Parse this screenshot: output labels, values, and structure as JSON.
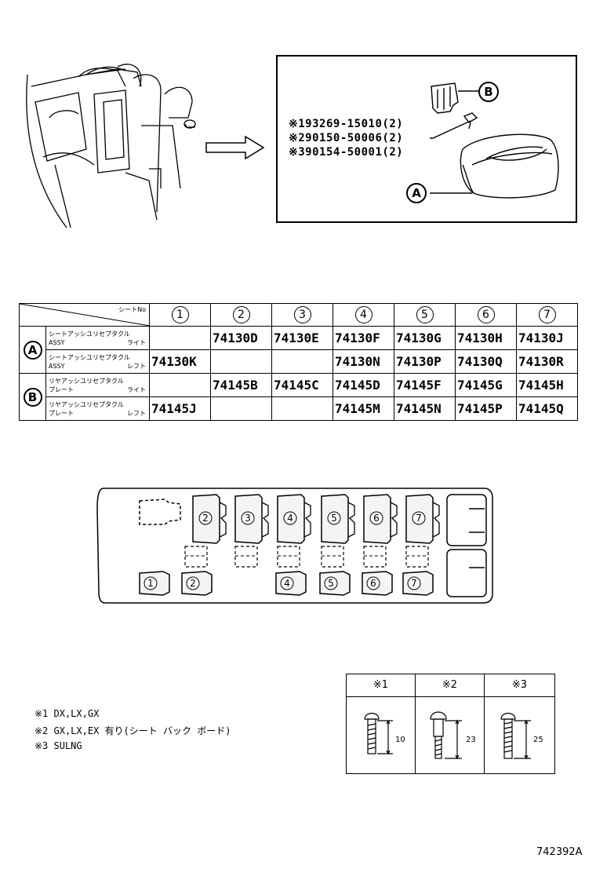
{
  "detail": {
    "label_a": "A",
    "label_b": "B",
    "parts": [
      {
        "mark": "※1",
        "number": "93269-15010",
        "qty": "(2)"
      },
      {
        "mark": "※2",
        "number": "90150-50006",
        "qty": "(2)"
      },
      {
        "mark": "※3",
        "number": "90154-50001",
        "qty": "(2)"
      }
    ]
  },
  "table": {
    "header_label": "シートNo",
    "seats": [
      "1",
      "2",
      "3",
      "4",
      "5",
      "6",
      "7"
    ],
    "groups": [
      {
        "label": "A",
        "rows": [
          {
            "desc1": "シートアッシユリセプタクル",
            "desc2l": "ASSY",
            "desc2r": "ライト",
            "parts": [
              "",
              "74130D",
              "74130E",
              "74130F",
              "74130G",
              "74130H",
              "74130J"
            ]
          },
          {
            "desc1": "シートアッシユリセプタクル",
            "desc2l": "ASSY",
            "desc2r": "レフト",
            "parts": [
              "74130K",
              "",
              "",
              "74130N",
              "74130P",
              "74130Q",
              "74130R"
            ]
          }
        ]
      },
      {
        "label": "B",
        "rows": [
          {
            "desc1": "リヤアッシユリセプタクル",
            "desc2l": "プレート",
            "desc2r": "ライト",
            "parts": [
              "",
              "74145B",
              "74145C",
              "74145D",
              "74145F",
              "74145G",
              "74145H"
            ]
          },
          {
            "desc1": "リヤアッシユリセプタクル",
            "desc2l": "プレート",
            "desc2r": "レフト",
            "parts": [
              "74145J",
              "",
              "",
              "74145M",
              "74145N",
              "74145P",
              "74145Q"
            ]
          }
        ]
      }
    ]
  },
  "seat_map": {
    "upper_row": [
      "2",
      "3",
      "4",
      "5",
      "6",
      "7"
    ],
    "lower_row": [
      "1",
      "2",
      "4",
      "5",
      "6",
      "7"
    ]
  },
  "notes": [
    "※1 DX,LX,GX",
    "※2 GX,LX,EX  有り(シート バック ボード)",
    "※3 SULNG"
  ],
  "screws": [
    {
      "mark": "※1",
      "length": "10"
    },
    {
      "mark": "※2",
      "length": "23"
    },
    {
      "mark": "※3",
      "length": "25"
    }
  ],
  "diagram_id": "742392A"
}
